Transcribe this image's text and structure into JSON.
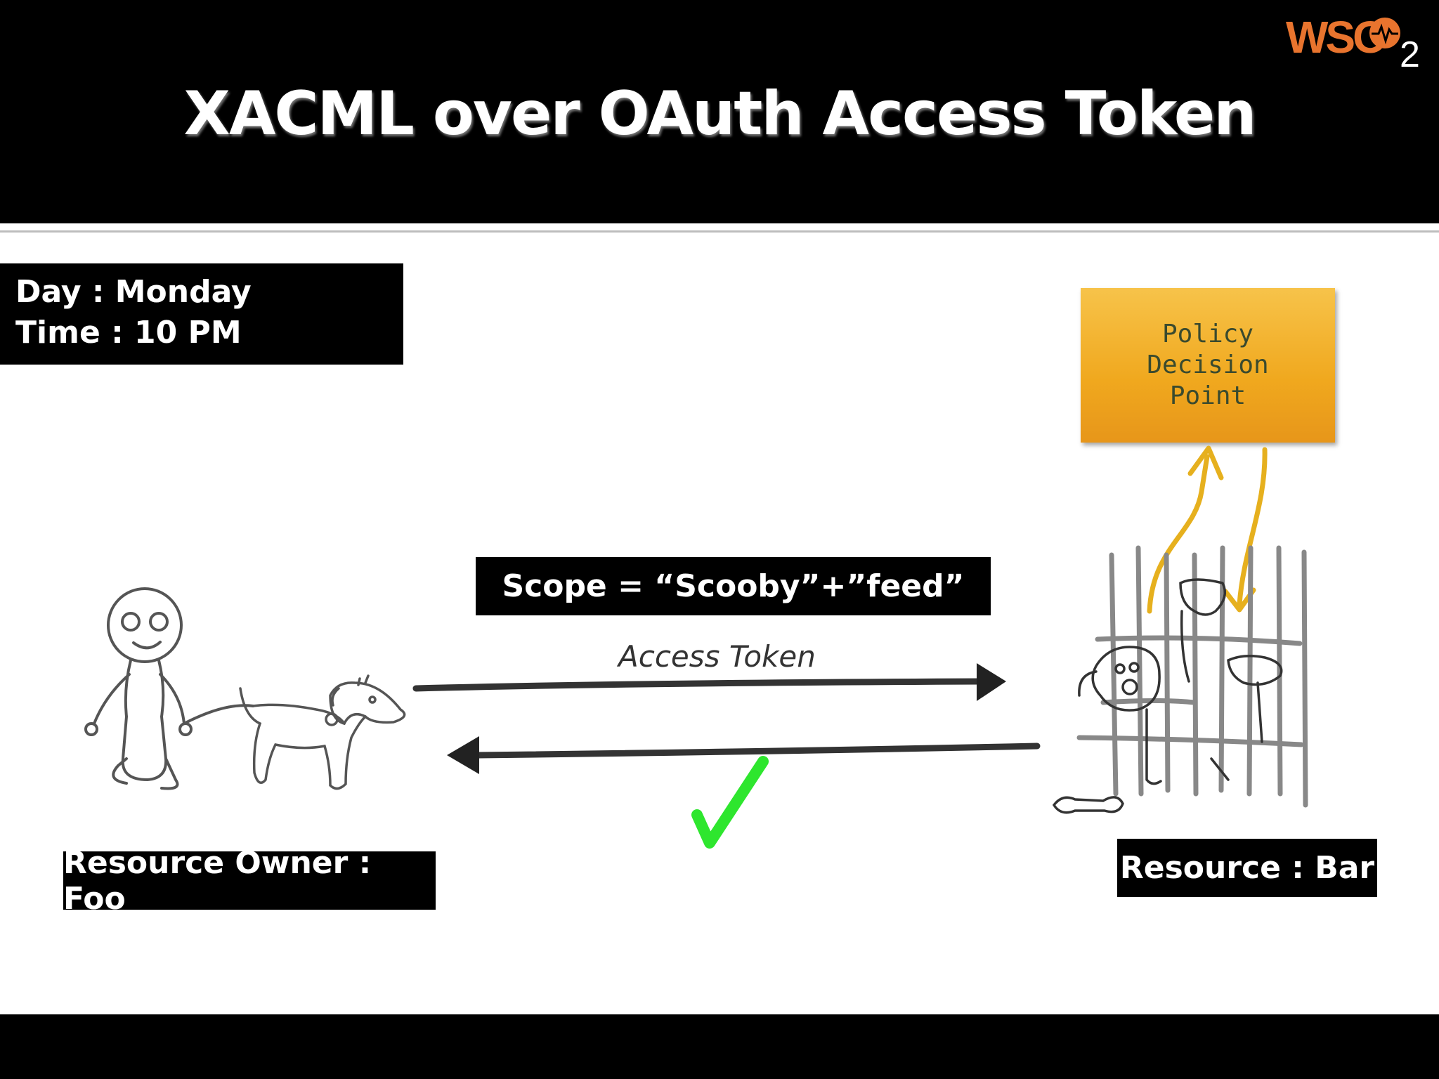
{
  "slide": {
    "title": "XACML over OAuth Access Token",
    "logo": {
      "text": "WSO",
      "subscript": "2"
    }
  },
  "info": {
    "day_line": "Day : Monday",
    "time_line": "Time : 10 PM"
  },
  "diagram": {
    "scope_label": "Scope = “Scooby”+”feed”",
    "access_token_label": "Access Token",
    "pdp_lines": [
      "Policy",
      "Decision",
      "Point"
    ],
    "owner_label": "Resource Owner : Foo",
    "resource_label": "Resource : Bar",
    "check_icon": "checkmark-icon"
  },
  "colors": {
    "header_bg": "#000000",
    "logo_orange": "#e8742e",
    "pdp_orange": "#f0a81e",
    "flow_arrow": "#e6b01e",
    "check_green": "#2ee62e"
  }
}
